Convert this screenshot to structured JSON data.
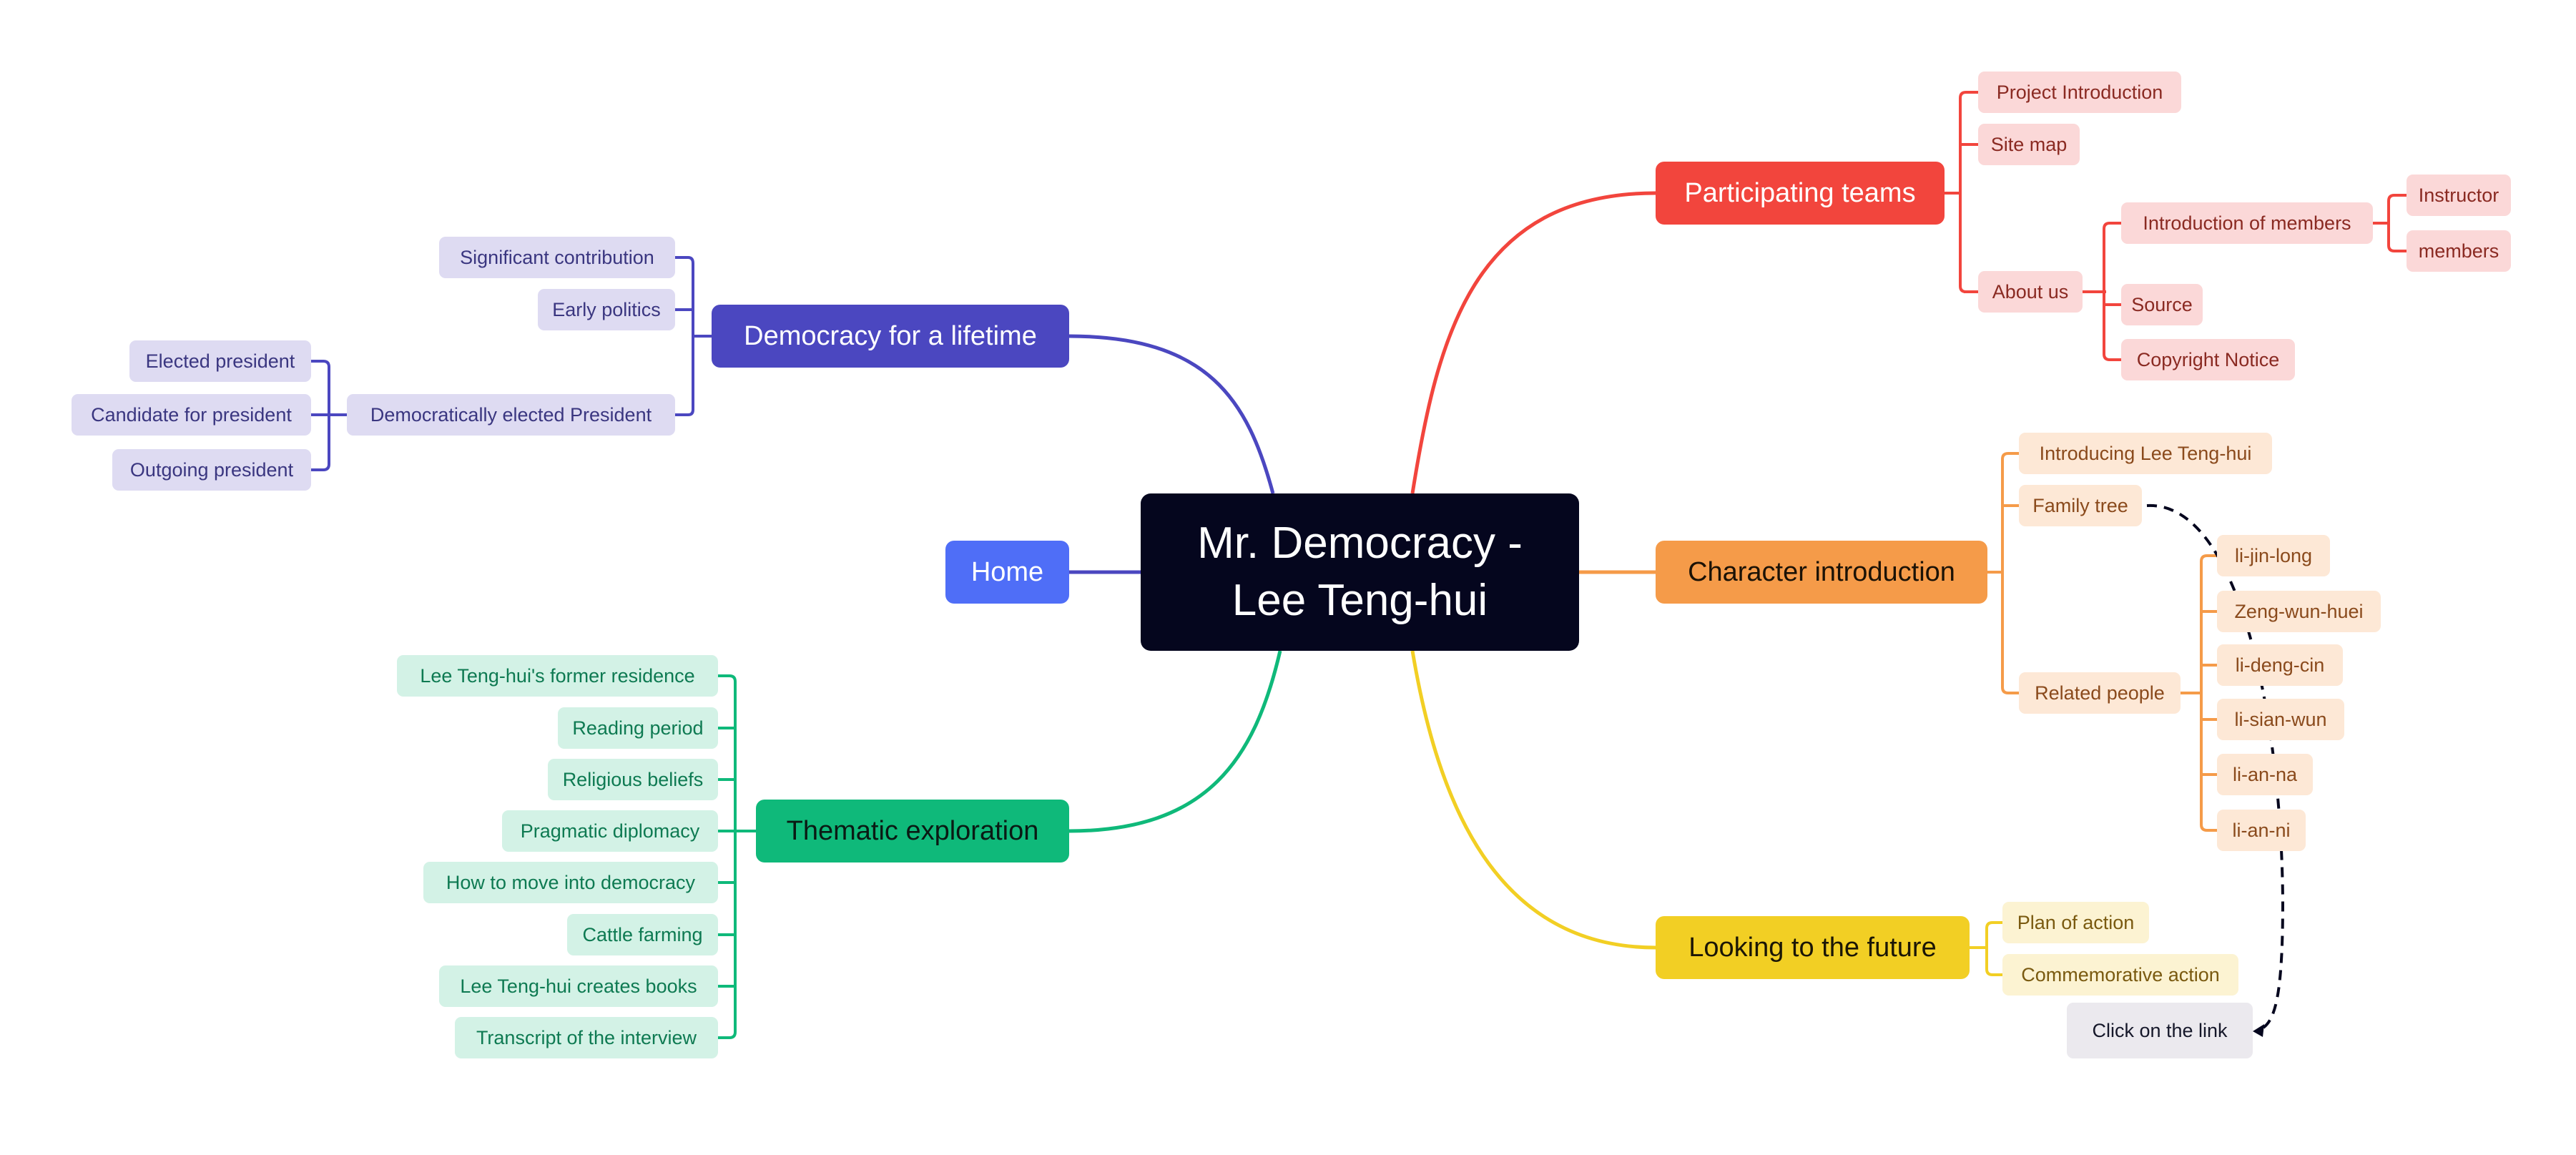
{
  "center": {
    "line1": "Mr. Democracy -",
    "line2": "Lee Teng-hui"
  },
  "colors": {
    "blue": "#4b47c0",
    "home": "#4f6ef7",
    "green": "#0fb97a",
    "red": "#f2453d",
    "orange": "#f59b49",
    "yellow": "#f2cf24",
    "center": "#05061e",
    "dashed": "#05061e"
  },
  "branches": {
    "democracy": {
      "label": "Democracy for a lifetime",
      "children": [
        "Significant contribution",
        "Early politics",
        "Democratically elected President"
      ],
      "president": [
        "Elected president",
        "Candidate for president",
        "Outgoing president"
      ]
    },
    "home": {
      "label": "Home"
    },
    "thematic": {
      "label": "Thematic exploration",
      "children": [
        "Lee Teng-hui's former residence",
        "Reading period",
        "Religious beliefs",
        "Pragmatic diplomacy",
        "How to move into democracy",
        "Cattle farming",
        "Lee Teng-hui creates books",
        "Transcript of the interview"
      ]
    },
    "teams": {
      "label": "Participating teams",
      "children": [
        "Project Introduction",
        "Site map",
        "About us"
      ],
      "about": [
        "Introduction of members",
        "Source",
        "Copyright Notice"
      ],
      "members": [
        "Instructor",
        "members"
      ]
    },
    "character": {
      "label": "Character introduction",
      "children": [
        "Introducing Lee Teng-hui",
        "Family tree",
        "Related people"
      ],
      "people": [
        "li-jin-long",
        "Zeng-wun-huei",
        "li-deng-cin",
        "li-sian-wun",
        "li-an-na",
        "li-an-ni"
      ]
    },
    "future": {
      "label": "Looking to the future",
      "children": [
        "Plan of action",
        "Commemorative action"
      ]
    }
  },
  "link_note": "Click on the link"
}
